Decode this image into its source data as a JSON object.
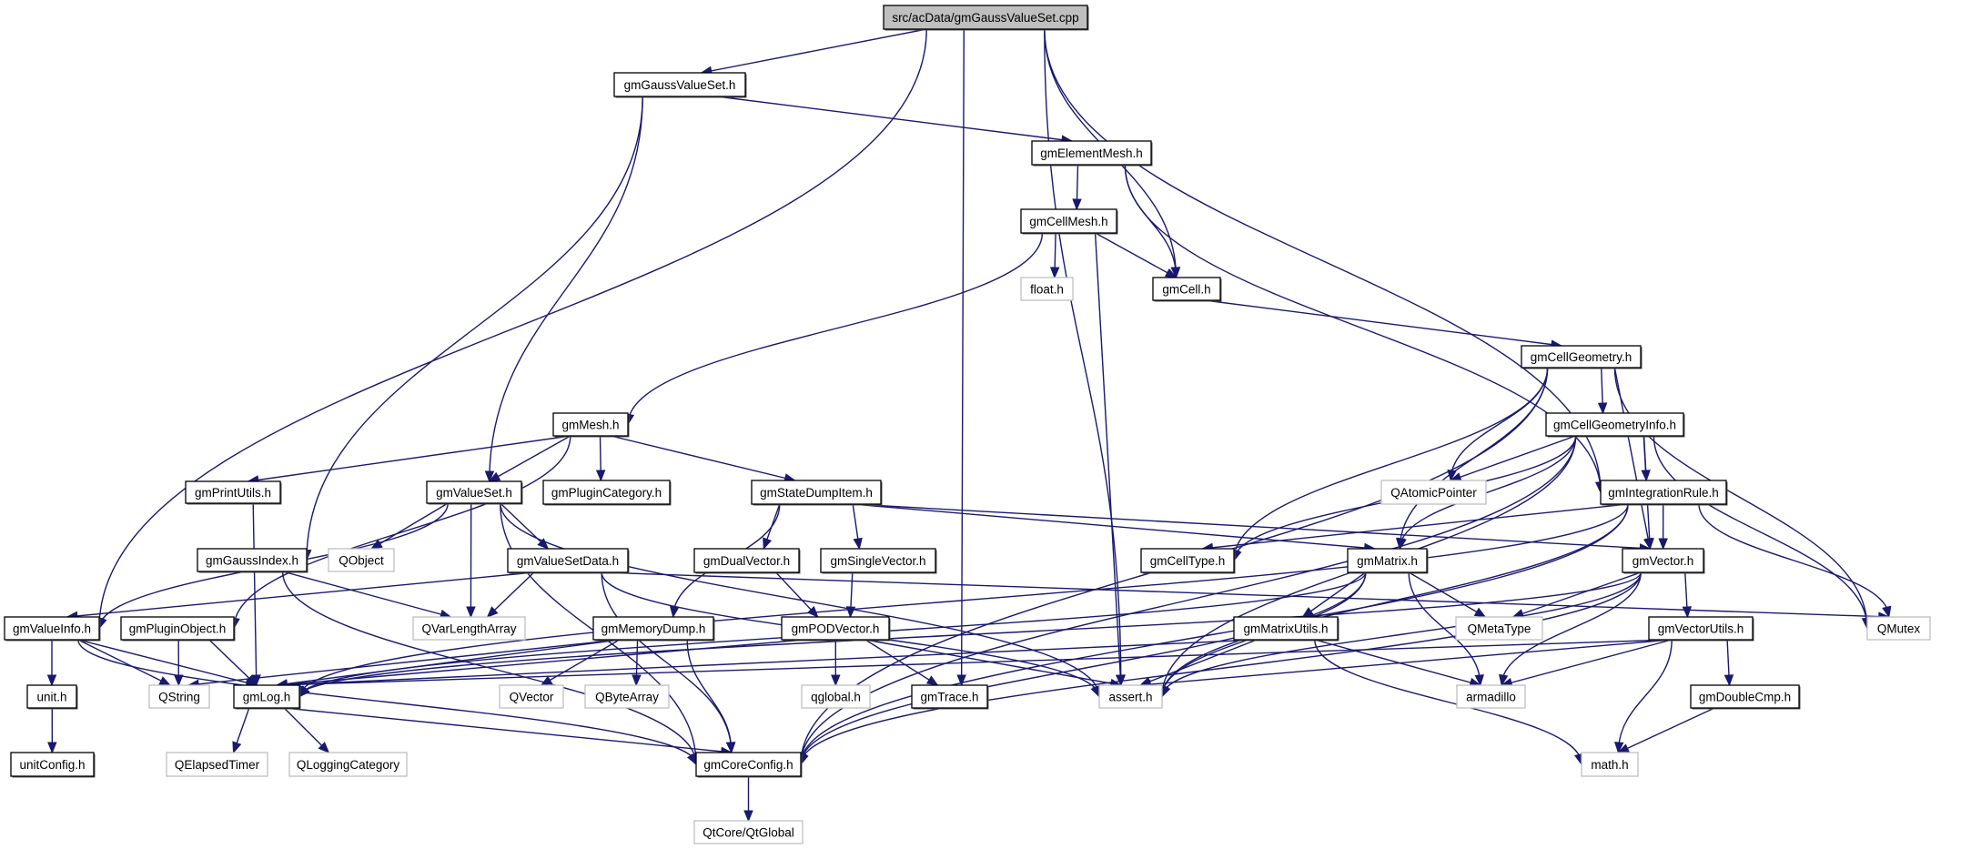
{
  "diagram": {
    "type": "include-dependency-graph",
    "title": "src/acData/gmGaussValueSet.cpp",
    "colors": {
      "edge": "#191970",
      "root_fill": "#bfbfbf",
      "internal_border": "#000000",
      "external_border": "#bfbfbf"
    },
    "nodes": [
      {
        "id": "root",
        "label": "src/acData/gmGaussValueSet.cpp",
        "kind": "root"
      },
      {
        "id": "gmGaussValueSet",
        "label": "gmGaussValueSet.h",
        "kind": "internal"
      },
      {
        "id": "gmElementMesh",
        "label": "gmElementMesh.h",
        "kind": "internal"
      },
      {
        "id": "gmCellMesh",
        "label": "gmCellMesh.h",
        "kind": "internal"
      },
      {
        "id": "float",
        "label": "float.h",
        "kind": "external"
      },
      {
        "id": "gmCell",
        "label": "gmCell.h",
        "kind": "internal"
      },
      {
        "id": "gmCellGeometry",
        "label": "gmCellGeometry.h",
        "kind": "internal"
      },
      {
        "id": "gmCellGeometryInfo",
        "label": "gmCellGeometryInfo.h",
        "kind": "internal"
      },
      {
        "id": "QAtomicPointer",
        "label": "QAtomicPointer",
        "kind": "external"
      },
      {
        "id": "gmIntegrationRule",
        "label": "gmIntegrationRule.h",
        "kind": "internal"
      },
      {
        "id": "gmMesh",
        "label": "gmMesh.h",
        "kind": "internal"
      },
      {
        "id": "gmPrintUtils",
        "label": "gmPrintUtils.h",
        "kind": "internal"
      },
      {
        "id": "gmValueSet",
        "label": "gmValueSet.h",
        "kind": "internal"
      },
      {
        "id": "gmPluginCategory",
        "label": "gmPluginCategory.h",
        "kind": "internal"
      },
      {
        "id": "gmStateDumpItem",
        "label": "gmStateDumpItem.h",
        "kind": "internal"
      },
      {
        "id": "gmGaussIndex",
        "label": "gmGaussIndex.h",
        "kind": "internal"
      },
      {
        "id": "QObject",
        "label": "QObject",
        "kind": "external"
      },
      {
        "id": "gmValueSetData",
        "label": "gmValueSetData.h",
        "kind": "internal"
      },
      {
        "id": "gmDualVector",
        "label": "gmDualVector.h",
        "kind": "internal"
      },
      {
        "id": "gmSingleVector",
        "label": "gmSingleVector.h",
        "kind": "internal"
      },
      {
        "id": "gmCellType",
        "label": "gmCellType.h",
        "kind": "internal"
      },
      {
        "id": "gmMatrix",
        "label": "gmMatrix.h",
        "kind": "internal"
      },
      {
        "id": "gmVector",
        "label": "gmVector.h",
        "kind": "internal"
      },
      {
        "id": "gmValueInfo",
        "label": "gmValueInfo.h",
        "kind": "internal"
      },
      {
        "id": "gmPluginObject",
        "label": "gmPluginObject.h",
        "kind": "internal"
      },
      {
        "id": "QVarLengthArray",
        "label": "QVarLengthArray",
        "kind": "external"
      },
      {
        "id": "gmMemoryDump",
        "label": "gmMemoryDump.h",
        "kind": "internal"
      },
      {
        "id": "gmPODVector",
        "label": "gmPODVector.h",
        "kind": "internal"
      },
      {
        "id": "gmMatrixUtils",
        "label": "gmMatrixUtils.h",
        "kind": "internal"
      },
      {
        "id": "QMetaType",
        "label": "QMetaType",
        "kind": "external"
      },
      {
        "id": "gmVectorUtils",
        "label": "gmVectorUtils.h",
        "kind": "internal"
      },
      {
        "id": "QMutex",
        "label": "QMutex",
        "kind": "external"
      },
      {
        "id": "unit",
        "label": "unit.h",
        "kind": "internal"
      },
      {
        "id": "QString",
        "label": "QString",
        "kind": "external"
      },
      {
        "id": "gmLog",
        "label": "gmLog.h",
        "kind": "internal"
      },
      {
        "id": "QVector",
        "label": "QVector",
        "kind": "external"
      },
      {
        "id": "QByteArray",
        "label": "QByteArray",
        "kind": "external"
      },
      {
        "id": "qglobal",
        "label": "qglobal.h",
        "kind": "external"
      },
      {
        "id": "gmTrace",
        "label": "gmTrace.h",
        "kind": "internal"
      },
      {
        "id": "assert",
        "label": "assert.h",
        "kind": "external"
      },
      {
        "id": "armadillo",
        "label": "armadillo",
        "kind": "external"
      },
      {
        "id": "gmDoubleCmp",
        "label": "gmDoubleCmp.h",
        "kind": "internal"
      },
      {
        "id": "unitConfig",
        "label": "unitConfig.h",
        "kind": "internal"
      },
      {
        "id": "QElapsedTimer",
        "label": "QElapsedTimer",
        "kind": "external"
      },
      {
        "id": "QLoggingCategory",
        "label": "QLoggingCategory",
        "kind": "external"
      },
      {
        "id": "gmCoreConfig",
        "label": "gmCoreConfig.h",
        "kind": "internal"
      },
      {
        "id": "mathh",
        "label": "math.h",
        "kind": "external"
      },
      {
        "id": "QtGlobal",
        "label": "QtCore/QtGlobal",
        "kind": "external"
      }
    ],
    "edges": [
      [
        "root",
        "gmValueInfo"
      ],
      [
        "root",
        "gmGaussValueSet"
      ],
      [
        "root",
        "assert"
      ],
      [
        "root",
        "gmCell"
      ],
      [
        "root",
        "gmTrace"
      ],
      [
        "root",
        "gmIntegrationRule"
      ],
      [
        "gmGaussValueSet",
        "gmGaussIndex"
      ],
      [
        "gmGaussValueSet",
        "gmValueSet"
      ],
      [
        "gmGaussValueSet",
        "gmElementMesh"
      ],
      [
        "gmElementMesh",
        "gmCellMesh"
      ],
      [
        "gmElementMesh",
        "gmCell"
      ],
      [
        "gmElementMesh",
        "gmIntegrationRule"
      ],
      [
        "gmCellMesh",
        "gmMesh"
      ],
      [
        "gmCellMesh",
        "float"
      ],
      [
        "gmCellMesh",
        "gmCell"
      ],
      [
        "gmCellMesh",
        "assert"
      ],
      [
        "gmCell",
        "gmCellGeometry"
      ],
      [
        "gmCellGeometry",
        "gmCellGeometryInfo"
      ],
      [
        "gmCellGeometry",
        "QAtomicPointer"
      ],
      [
        "gmCellGeometry",
        "gmCellType"
      ],
      [
        "gmCellGeometry",
        "gmMatrix"
      ],
      [
        "gmCellGeometry",
        "gmVector"
      ],
      [
        "gmCellGeometry",
        "QMutex"
      ],
      [
        "gmCellGeometry",
        "gmCoreConfig"
      ],
      [
        "gmCellGeometryInfo",
        "QAtomicPointer"
      ],
      [
        "gmCellGeometryInfo",
        "gmIntegrationRule"
      ],
      [
        "gmCellGeometryInfo",
        "gmCellType"
      ],
      [
        "gmCellGeometryInfo",
        "gmMatrix"
      ],
      [
        "gmCellGeometryInfo",
        "gmVector"
      ],
      [
        "gmCellGeometryInfo",
        "QMutex"
      ],
      [
        "gmCellGeometryInfo",
        "gmCoreConfig"
      ],
      [
        "gmCellGeometryInfo",
        "assert"
      ],
      [
        "gmIntegrationRule",
        "gmVector"
      ],
      [
        "gmIntegrationRule",
        "gmCellType"
      ],
      [
        "gmIntegrationRule",
        "gmLog"
      ],
      [
        "gmIntegrationRule",
        "assert"
      ],
      [
        "gmIntegrationRule",
        "QMutex"
      ],
      [
        "gmIntegrationRule",
        "gmCoreConfig"
      ],
      [
        "gmMesh",
        "gmPrintUtils"
      ],
      [
        "gmMesh",
        "gmValueSet"
      ],
      [
        "gmMesh",
        "gmPluginCategory"
      ],
      [
        "gmMesh",
        "gmStateDumpItem"
      ],
      [
        "gmMesh",
        "gmPluginObject"
      ],
      [
        "gmValueSet",
        "gmValueInfo"
      ],
      [
        "gmValueSet",
        "QObject"
      ],
      [
        "gmValueSet",
        "QVarLengthArray"
      ],
      [
        "gmValueSet",
        "gmValueSetData"
      ],
      [
        "gmValueSet",
        "gmCoreConfig"
      ],
      [
        "gmValueSet",
        "assert"
      ],
      [
        "gmStateDumpItem",
        "gmMemoryDump"
      ],
      [
        "gmStateDumpItem",
        "gmDualVector"
      ],
      [
        "gmStateDumpItem",
        "gmSingleVector"
      ],
      [
        "gmStateDumpItem",
        "gmMatrix"
      ],
      [
        "gmStateDumpItem",
        "gmVector"
      ],
      [
        "gmValueSetData",
        "gmValueInfo"
      ],
      [
        "gmValueSetData",
        "QVarLengthArray"
      ],
      [
        "gmValueSetData",
        "QMutex"
      ],
      [
        "gmValueSetData",
        "assert"
      ],
      [
        "gmValueSetData",
        "gmCoreConfig"
      ],
      [
        "gmGaussIndex",
        "QVarLengthArray"
      ],
      [
        "gmGaussIndex",
        "gmCoreConfig"
      ],
      [
        "gmPrintUtils",
        "gmLog"
      ],
      [
        "gmDualVector",
        "gmPODVector"
      ],
      [
        "gmSingleVector",
        "gmPODVector"
      ],
      [
        "gmMatrix",
        "gmMatrixUtils"
      ],
      [
        "gmMatrix",
        "QMetaType"
      ],
      [
        "gmMatrix",
        "armadillo"
      ],
      [
        "gmMatrix",
        "assert"
      ],
      [
        "gmMatrix",
        "gmCoreConfig"
      ],
      [
        "gmMatrix",
        "gmLog"
      ],
      [
        "gmVector",
        "QMetaType"
      ],
      [
        "gmVector",
        "gmVectorUtils"
      ],
      [
        "gmVector",
        "armadillo"
      ],
      [
        "gmVector",
        "assert"
      ],
      [
        "gmVector",
        "gmCoreConfig"
      ],
      [
        "gmVector",
        "gmLog"
      ],
      [
        "gmValueInfo",
        "unit"
      ],
      [
        "gmValueInfo",
        "QString"
      ],
      [
        "gmValueInfo",
        "gmLog"
      ],
      [
        "gmValueInfo",
        "gmCoreConfig"
      ],
      [
        "gmPluginObject",
        "QString"
      ],
      [
        "gmPluginObject",
        "gmLog"
      ],
      [
        "gmMemoryDump",
        "QString"
      ],
      [
        "gmMemoryDump",
        "gmLog"
      ],
      [
        "gmMemoryDump",
        "QVector"
      ],
      [
        "gmMemoryDump",
        "QByteArray"
      ],
      [
        "gmMemoryDump",
        "gmCoreConfig"
      ],
      [
        "gmPODVector",
        "gmLog"
      ],
      [
        "gmPODVector",
        "qglobal"
      ],
      [
        "gmPODVector",
        "gmTrace"
      ],
      [
        "gmPODVector",
        "assert"
      ],
      [
        "gmMatrixUtils",
        "gmLog"
      ],
      [
        "gmMatrixUtils",
        "assert"
      ],
      [
        "gmMatrixUtils",
        "armadillo"
      ],
      [
        "gmMatrixUtils",
        "mathh"
      ],
      [
        "gmVectorUtils",
        "gmLog"
      ],
      [
        "gmVectorUtils",
        "assert"
      ],
      [
        "gmVectorUtils",
        "armadillo"
      ],
      [
        "gmVectorUtils",
        "gmDoubleCmp"
      ],
      [
        "gmVectorUtils",
        "mathh"
      ],
      [
        "gmDoubleCmp",
        "mathh"
      ],
      [
        "unit",
        "unitConfig"
      ],
      [
        "gmLog",
        "QElapsedTimer"
      ],
      [
        "gmLog",
        "QLoggingCategory"
      ],
      [
        "gmLog",
        "gmCoreConfig"
      ],
      [
        "gmCoreConfig",
        "QtGlobal"
      ]
    ]
  }
}
